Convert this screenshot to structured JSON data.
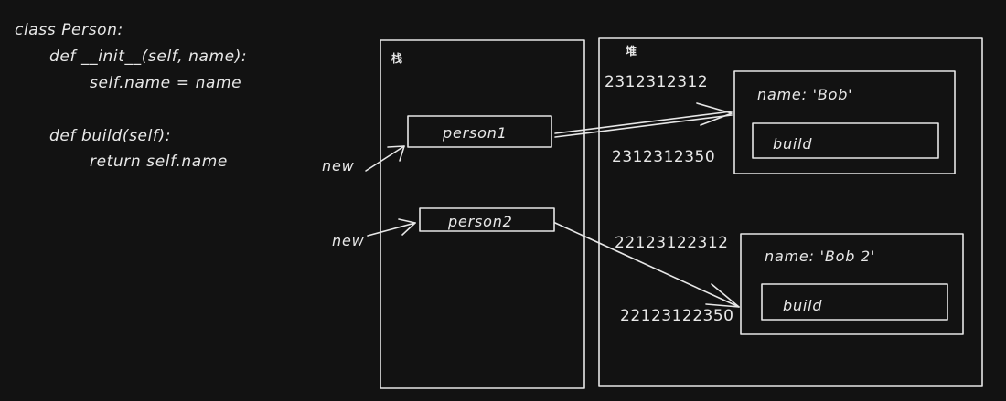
{
  "code": {
    "line1": "class Person:",
    "line2": "def __init__(self, name):",
    "line3": "self.name = name",
    "line4": "def build(self):",
    "line5": "return self.name"
  },
  "stack": {
    "title": "栈",
    "var1": "person1",
    "var2": "person2"
  },
  "heap": {
    "title": "堆",
    "obj1": {
      "address": "2312312312",
      "method_address": "2312312350",
      "name_field": "name: 'Bob'",
      "method": "build"
    },
    "obj2": {
      "address": "22123122312",
      "method_address": "22123122350",
      "name_field": "name: 'Bob 2'",
      "method": "build"
    }
  },
  "arrows": {
    "new1": "new",
    "new2": "new"
  }
}
